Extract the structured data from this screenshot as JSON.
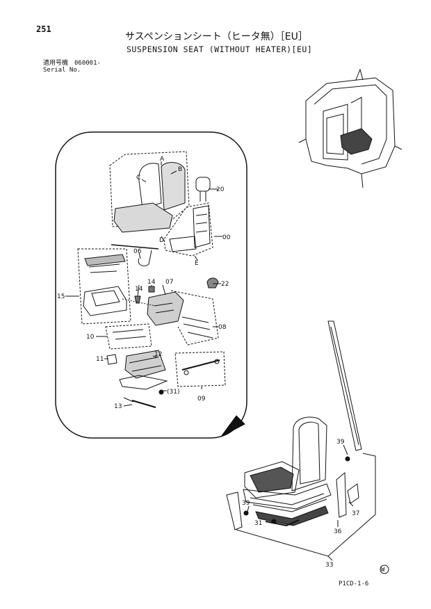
{
  "header": {
    "page_number": "251",
    "title_jp": "サスペンションシート（ヒータ無）［EU］",
    "title_en": "SUSPENSION SEAT (WITHOUT HEATER)[EU]",
    "applicability": "適用号機　060001-",
    "serial": "Serial No."
  },
  "callouts": {
    "A": "A",
    "B": "B",
    "C": "C",
    "D": "D",
    "E": "E",
    "p20": "20",
    "p00": "00",
    "p06": "06",
    "p22": "22",
    "p14a": "14",
    "p14b": "14",
    "p07": "07",
    "p15": "15",
    "p08": "08",
    "p10": "10",
    "p11": "11",
    "p12": "12",
    "p31a": "(31)",
    "p13": "13",
    "p09": "09",
    "p39a": "39",
    "p39b": "39",
    "p37": "37",
    "p31b": "31",
    "p36": "36",
    "p33": "33"
  },
  "footer": {
    "mark": "W",
    "figure_code": "P1CD-1-6"
  }
}
